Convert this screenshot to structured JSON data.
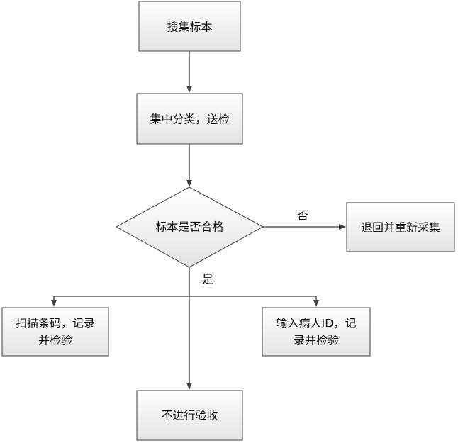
{
  "colors": {
    "box_fill_top": "#ffffff",
    "box_fill_bottom": "#e4e4e4",
    "border": "#404040",
    "arrow": "#404040",
    "text": "#111111"
  },
  "nodes": {
    "collect": "搜集标本",
    "classify": "集中分类，送检",
    "decision": "标本是否合格",
    "reject": "退回并重新采集",
    "scan": [
      "扫描条码，记录",
      "并检验"
    ],
    "input": [
      "输入病人ID，记",
      "录并检验"
    ],
    "no_accept": "不进行验收"
  },
  "edges": {
    "no": "否",
    "yes": "是"
  }
}
